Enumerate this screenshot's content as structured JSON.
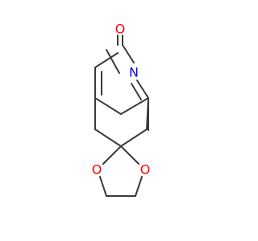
{
  "molecule": {
    "atoms": {
      "carbonyl_oxygen": {
        "label": "O",
        "color": "#ff0000"
      },
      "ring_nitrogen": {
        "label": "N",
        "color": "#0000ff"
      },
      "dioxolane_oxygen_left": {
        "label": "O",
        "color": "#ff0000"
      },
      "dioxolane_oxygen_right": {
        "label": "O",
        "color": "#ff0000"
      }
    },
    "bond_color": "#3a3a3a"
  }
}
